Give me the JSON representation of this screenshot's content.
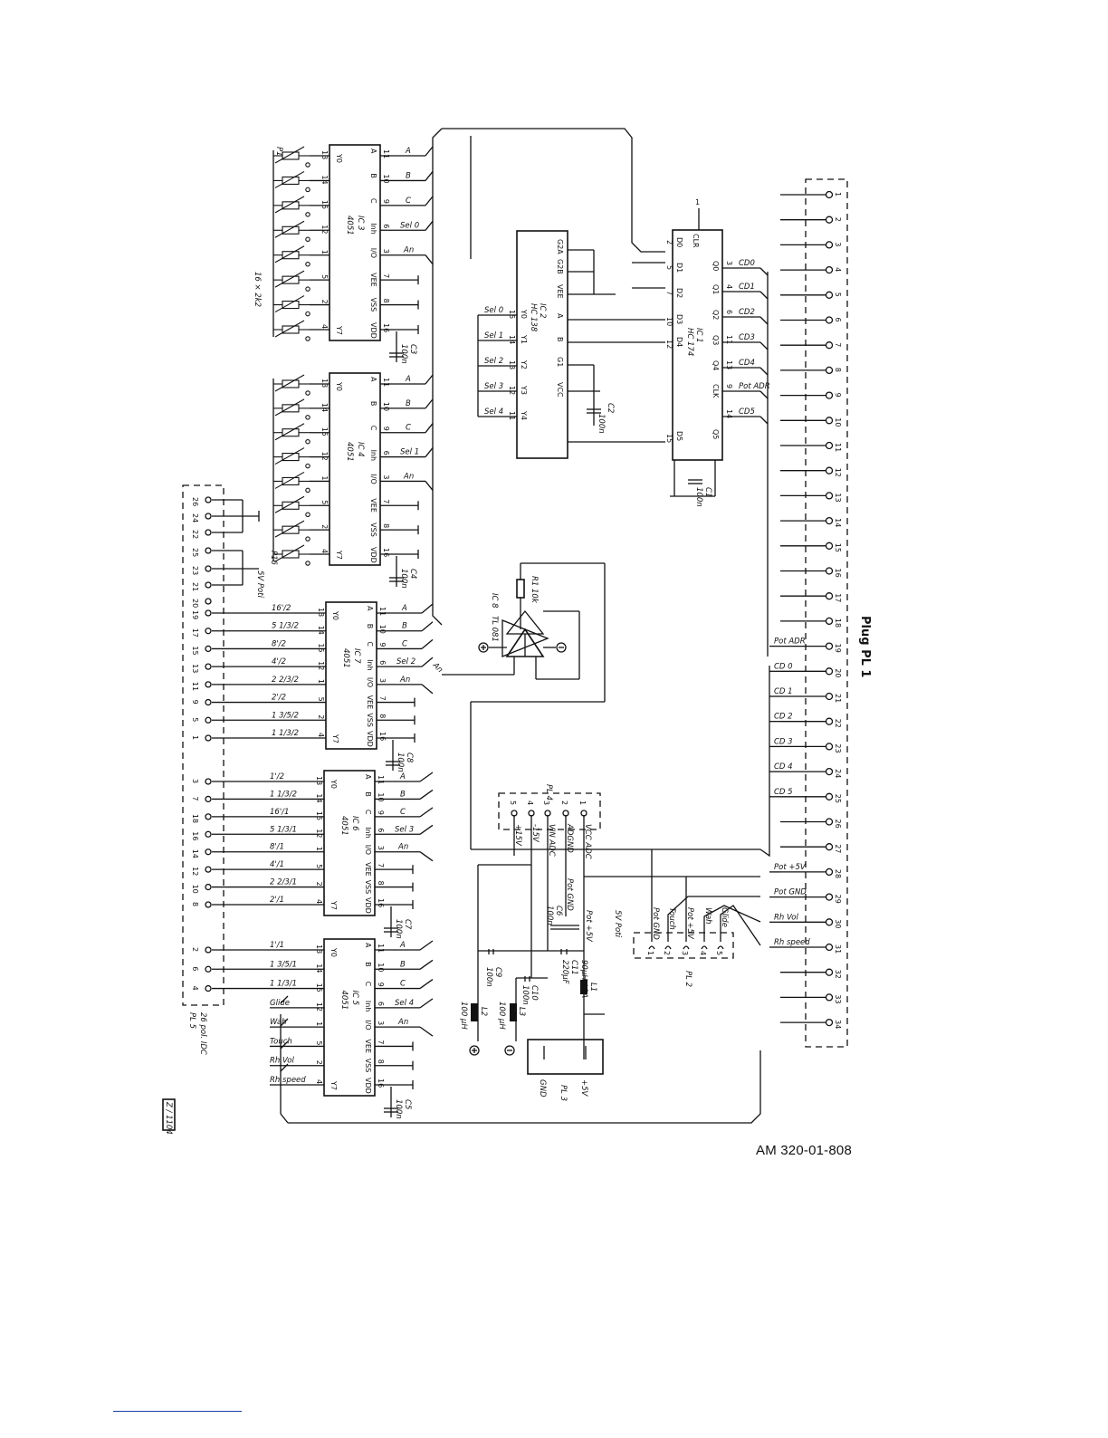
{
  "drawing_number": "AM 320-01-808",
  "plug_pl1": {
    "title": "Plug PL 1",
    "pins": [
      "1",
      "2",
      "3",
      "4",
      "5",
      "6",
      "7",
      "8",
      "9",
      "10",
      "11",
      "12",
      "13",
      "14",
      "15",
      "16",
      "17",
      "18",
      "19",
      "20",
      "21",
      "22",
      "23",
      "24",
      "25",
      "26",
      "27",
      "28",
      "29",
      "30",
      "31",
      "32",
      "33",
      "34"
    ],
    "signals": [
      {
        "pin": "19",
        "label": "Pot ADR"
      },
      {
        "pin": "20",
        "label": "CD 0"
      },
      {
        "pin": "21",
        "label": "CD 1"
      },
      {
        "pin": "22",
        "label": "CD 2"
      },
      {
        "pin": "23",
        "label": "CD 3"
      },
      {
        "pin": "24",
        "label": "CD 4"
      },
      {
        "pin": "25",
        "label": "CD 5"
      },
      {
        "pin": "28",
        "label": "Pot +5V"
      },
      {
        "pin": "29",
        "label": "Pot GND"
      },
      {
        "pin": "30",
        "label": "Rh Vol"
      },
      {
        "pin": "31",
        "label": "Rh speed"
      }
    ]
  },
  "ic1": {
    "ref": "IC 1",
    "type": "HC 174",
    "inputs": [
      "D0",
      "D1",
      "D2"
    ],
    "outputs": [
      "Q0",
      "Q1",
      "Q2",
      "Q3",
      "Q4",
      "Q5"
    ],
    "clr": "CLR",
    "clk": "CLK",
    "cd": [
      "CD0",
      "CD1",
      "CD2",
      "CD3",
      "CD4",
      "Pot ADR",
      "CD5"
    ],
    "pins_left": [
      "2",
      "5",
      "7",
      "10",
      "12",
      "15"
    ],
    "pins_right": [
      "3",
      "4",
      "6",
      "11",
      "13",
      "9",
      "14"
    ],
    "cap": "C1",
    "cap_value": "100n"
  },
  "ic2": {
    "ref": "IC 2",
    "type": "HC 138",
    "select_pins": [
      "15",
      "14",
      "13",
      "12",
      "11"
    ],
    "selects": [
      "Sel 0",
      "Sel 1",
      "Sel 2",
      "Sel 3",
      "Sel 4"
    ],
    "outputs": [
      "Y0",
      "Y1",
      "Y2",
      "Y3",
      "Y4"
    ],
    "pins": [
      "G2A",
      "G2B",
      "VEE",
      "A",
      "B",
      "G1",
      "VCC"
    ],
    "cap": "C2",
    "cap_value": "100n"
  },
  "mux_pins": [
    "11",
    "10",
    "9",
    "6",
    "3",
    "7",
    "8",
    "16"
  ],
  "mux_signals_right": [
    "A",
    "B",
    "C",
    "Inh",
    "I/O",
    "VEE",
    "VSS",
    "VDD"
  ],
  "ic3": {
    "ref": "IC 3",
    "type": "4051",
    "sel": "Sel 0",
    "bus": "An",
    "cap": "C3",
    "cap_value": "100n",
    "pot_label": "P1"
  },
  "ic4": {
    "ref": "IC 4",
    "type": "4051",
    "sel": "Sel 1",
    "bus": "An",
    "cap": "C4",
    "cap_value": "100n",
    "pot_label": "P16"
  },
  "pots_note": "16 × 2k2",
  "ic7": {
    "ref": "IC 7",
    "type": "4051",
    "sel": "Sel 2",
    "bus": "An",
    "cap": "C8",
    "cap_value": "100n",
    "inputs": [
      "16'/2",
      "5 1/3/2",
      "8'/2",
      "4'/2",
      "2 2/3/2",
      "2'/2",
      "1 3/5/2",
      "1 1/3/2"
    ],
    "pl5_pins": [
      "19",
      "17",
      "15",
      "13",
      "11",
      "9",
      "5",
      "1"
    ]
  },
  "ic6": {
    "ref": "IC 6",
    "type": "4051",
    "sel": "Sel 3",
    "bus": "An",
    "cap": "C7",
    "cap_value": "100n",
    "inputs": [
      "1'/2",
      "1 1/3/2",
      "16'/1",
      "5 1/3/1",
      "8'/1",
      "4'/1",
      "2 2/3/1",
      "2'/1"
    ],
    "pl5_pins": [
      "3",
      "7",
      "18",
      "16",
      "14",
      "12",
      "10",
      "8"
    ]
  },
  "ic5": {
    "ref": "IC 5",
    "type": "4051",
    "sel": "Sel 4",
    "bus": "An",
    "cap": "C5",
    "cap_value": "100n",
    "inputs": [
      "1'/1",
      "1 3/5/1",
      "1 1/3/1",
      "Glide",
      "Wah",
      "Touch",
      "Rh Vol",
      "Rh speed"
    ],
    "pl5_pins": [
      "2",
      "6",
      "4"
    ]
  },
  "pl5": {
    "ref": "PL 5",
    "title": "26 pol. IDC",
    "top_pins": [
      "26",
      "24",
      "22",
      "25",
      "23",
      "21",
      "20"
    ],
    "note": "5V Poti"
  },
  "ic8": {
    "ref": "IC 8",
    "type": "TL 081",
    "r1": "R1",
    "r1_value": "10k",
    "bus": "An"
  },
  "pl4": {
    "ref": "PL 4",
    "pins": [
      "5",
      "4",
      "3",
      "2",
      "1"
    ],
    "signals": [
      "+15V",
      "-15V",
      "VIN ADC",
      "ADGND",
      "VCC ADC"
    ],
    "pot_gnd": "Pot GND",
    "pot_5v": "Pot +5V"
  },
  "pl2": {
    "ref": "PL 2",
    "pins": [
      "1",
      "2",
      "3",
      "4",
      "5"
    ],
    "signals": [
      "Pot GND",
      "Touch",
      "Pot +5V",
      "Wah",
      "Glide"
    ]
  },
  "pl3": {
    "ref": "PL 3",
    "pins": [
      "GND",
      "+5V"
    ]
  },
  "passives": {
    "c6": "C6",
    "c6_value": "100n",
    "c9": "C9",
    "c9_value": "100n",
    "c10": "C10",
    "c10_value": "100n",
    "c11": "C11",
    "c11_value": "220µF",
    "l1": "L1",
    "l1_value": "90µH / 2A",
    "l2": "L2",
    "l2_value": "100 µH",
    "l3": "L3",
    "l3_value": "100 µH",
    "poti_note": "5V Poti"
  },
  "sheet_marker": "Z / 1104"
}
